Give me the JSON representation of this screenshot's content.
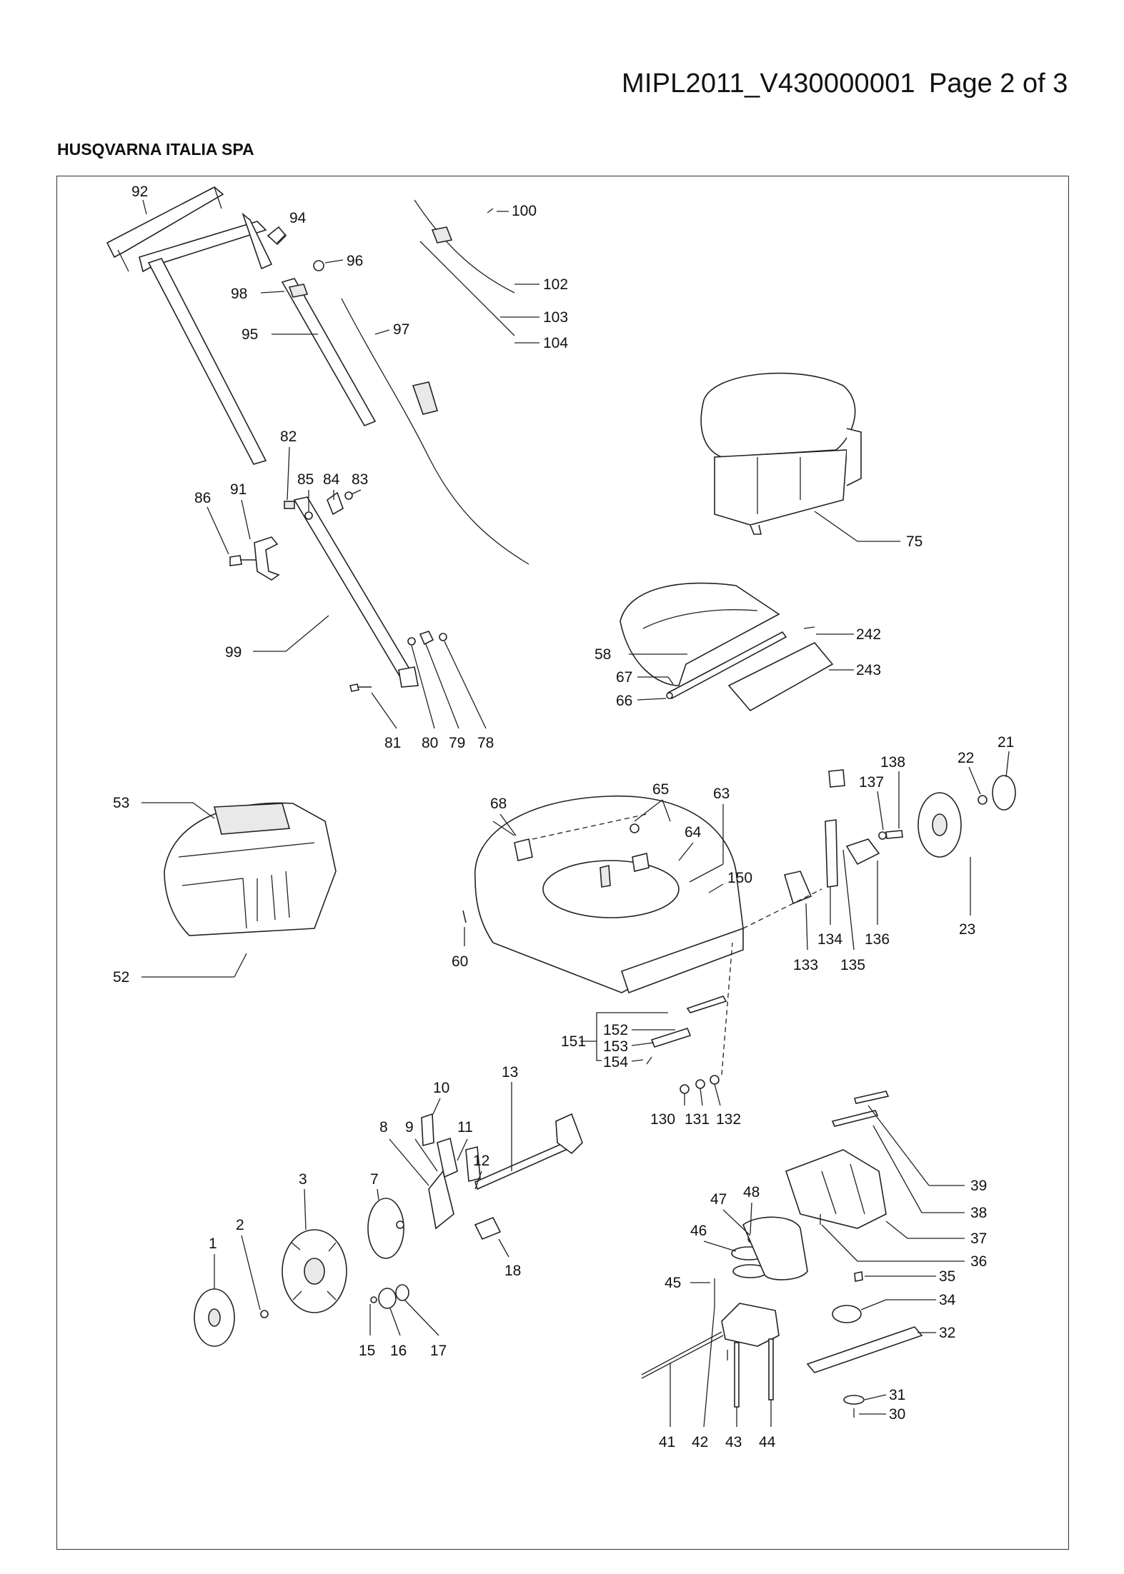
{
  "header": {
    "doc_id": "MIPL2011_V430000001",
    "page": "Page 2 of 3",
    "company": "HUSQVARNA ITALIA SPA"
  },
  "diagram": {
    "type": "exploded parts diagram",
    "labels": {
      "p92": "92",
      "p94": "94",
      "p96": "96",
      "p98": "98",
      "p95": "95",
      "p97": "97",
      "p100": "100",
      "p102": "102",
      "p103": "103",
      "p104": "104",
      "p75": "75",
      "p82": "82",
      "p85": "85",
      "p84": "84",
      "p83": "83",
      "p86": "86",
      "p91": "91",
      "p99": "99",
      "p81": "81",
      "p80": "80",
      "p79": "79",
      "p78": "78",
      "p58": "58",
      "p67": "67",
      "p66": "66",
      "p242": "242",
      "p243": "243",
      "p53": "53",
      "p52": "52",
      "p68": "68",
      "p65": "65",
      "p64": "64",
      "p63": "63",
      "p150": "150",
      "p60": "60",
      "p151": "151",
      "p152": "152",
      "p153": "153",
      "p154": "154",
      "p138": "138",
      "p137": "137",
      "p22": "22",
      "p21": "21",
      "p23": "23",
      "p133": "133",
      "p134": "134",
      "p135": "135",
      "p136": "136",
      "p130": "130",
      "p131": "131",
      "p132": "132",
      "p10": "10",
      "p8": "8",
      "p9": "9",
      "p11": "11",
      "p13": "13",
      "p12": "12",
      "p3": "3",
      "p7": "7",
      "p18": "18",
      "p1": "1",
      "p2": "2",
      "p15": "15",
      "p16": "16",
      "p17": "17",
      "p39": "39",
      "p38": "38",
      "p37": "37",
      "p36": "36",
      "p48": "48",
      "p47": "47",
      "p46": "46",
      "p45": "45",
      "p35": "35",
      "p34": "34",
      "p32": "32",
      "p31": "31",
      "p30": "30",
      "p41": "41",
      "p42": "42",
      "p43": "43",
      "p44": "44"
    }
  }
}
